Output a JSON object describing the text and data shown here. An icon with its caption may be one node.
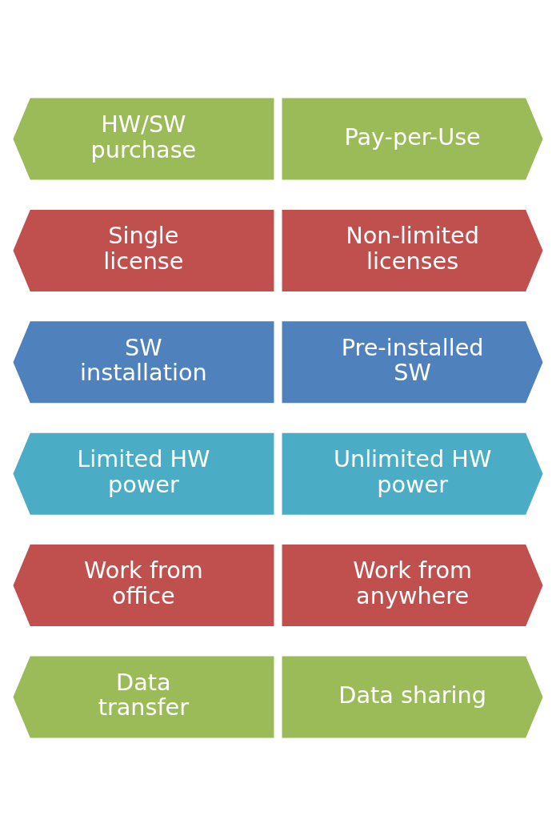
{
  "diagram": {
    "nodes": [
      {
        "text": [
          "HW/SW purchase"
        ]
      },
      {
        "text": [
          "Pay-per-Use"
        ]
      },
      {
        "text": [
          "Single license"
        ]
      },
      {
        "text": [
          "Non-limited licenses"
        ]
      },
      {
        "text": [
          "SW installation"
        ]
      },
      {
        "text": [
          "Pre-installed SW"
        ]
      },
      {
        "text": [
          "Limited HW power"
        ]
      },
      {
        "text": [
          "Unlimited HW power"
        ]
      },
      {
        "text": [
          "Work from office"
        ]
      },
      {
        "text": [
          "Work from anywhere"
        ]
      },
      {
        "text": [
          "Data transfer"
        ]
      },
      {
        "text": [
          "Data sharing"
        ]
      }
    ]
  }
}
